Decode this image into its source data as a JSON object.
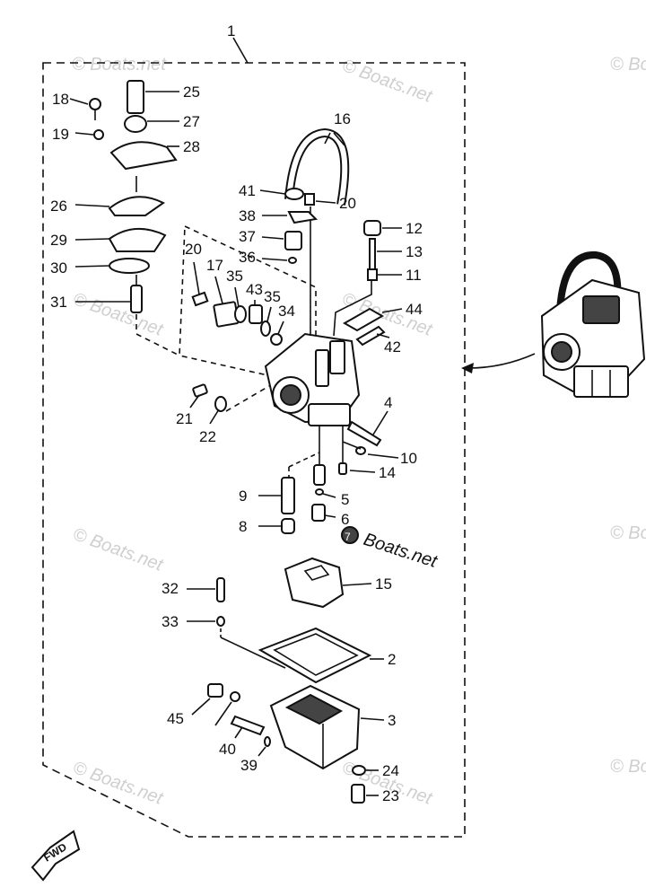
{
  "assembly_number": "1",
  "callouts": {
    "n2": "2",
    "n3": "3",
    "n4": "4",
    "n5": "5",
    "n6": "6",
    "n7": "7",
    "n8": "8",
    "n9": "9",
    "n10": "10",
    "n11": "11",
    "n12": "12",
    "n13": "13",
    "n14": "14",
    "n15": "15",
    "n16": "16",
    "n17": "17",
    "n18": "18",
    "n19": "19",
    "n20a": "20",
    "n20b": "20",
    "n21": "21",
    "n22": "22",
    "n23": "23",
    "n24": "24",
    "n25": "25",
    "n26": "26",
    "n27": "27",
    "n28": "28",
    "n29": "29",
    "n30": "30",
    "n31": "31",
    "n32": "32",
    "n33": "33",
    "n34": "34",
    "n35a": "35",
    "n35b": "35",
    "n36": "36",
    "n37": "37",
    "n38": "38",
    "n39": "39",
    "n40": "40",
    "n41": "41",
    "n42": "42",
    "n43": "43",
    "n44": "44",
    "n45": "45"
  },
  "watermark": {
    "brand_text": "Boats.net",
    "copyright_text": "© Boats.net"
  },
  "fwd_label": "FWD"
}
